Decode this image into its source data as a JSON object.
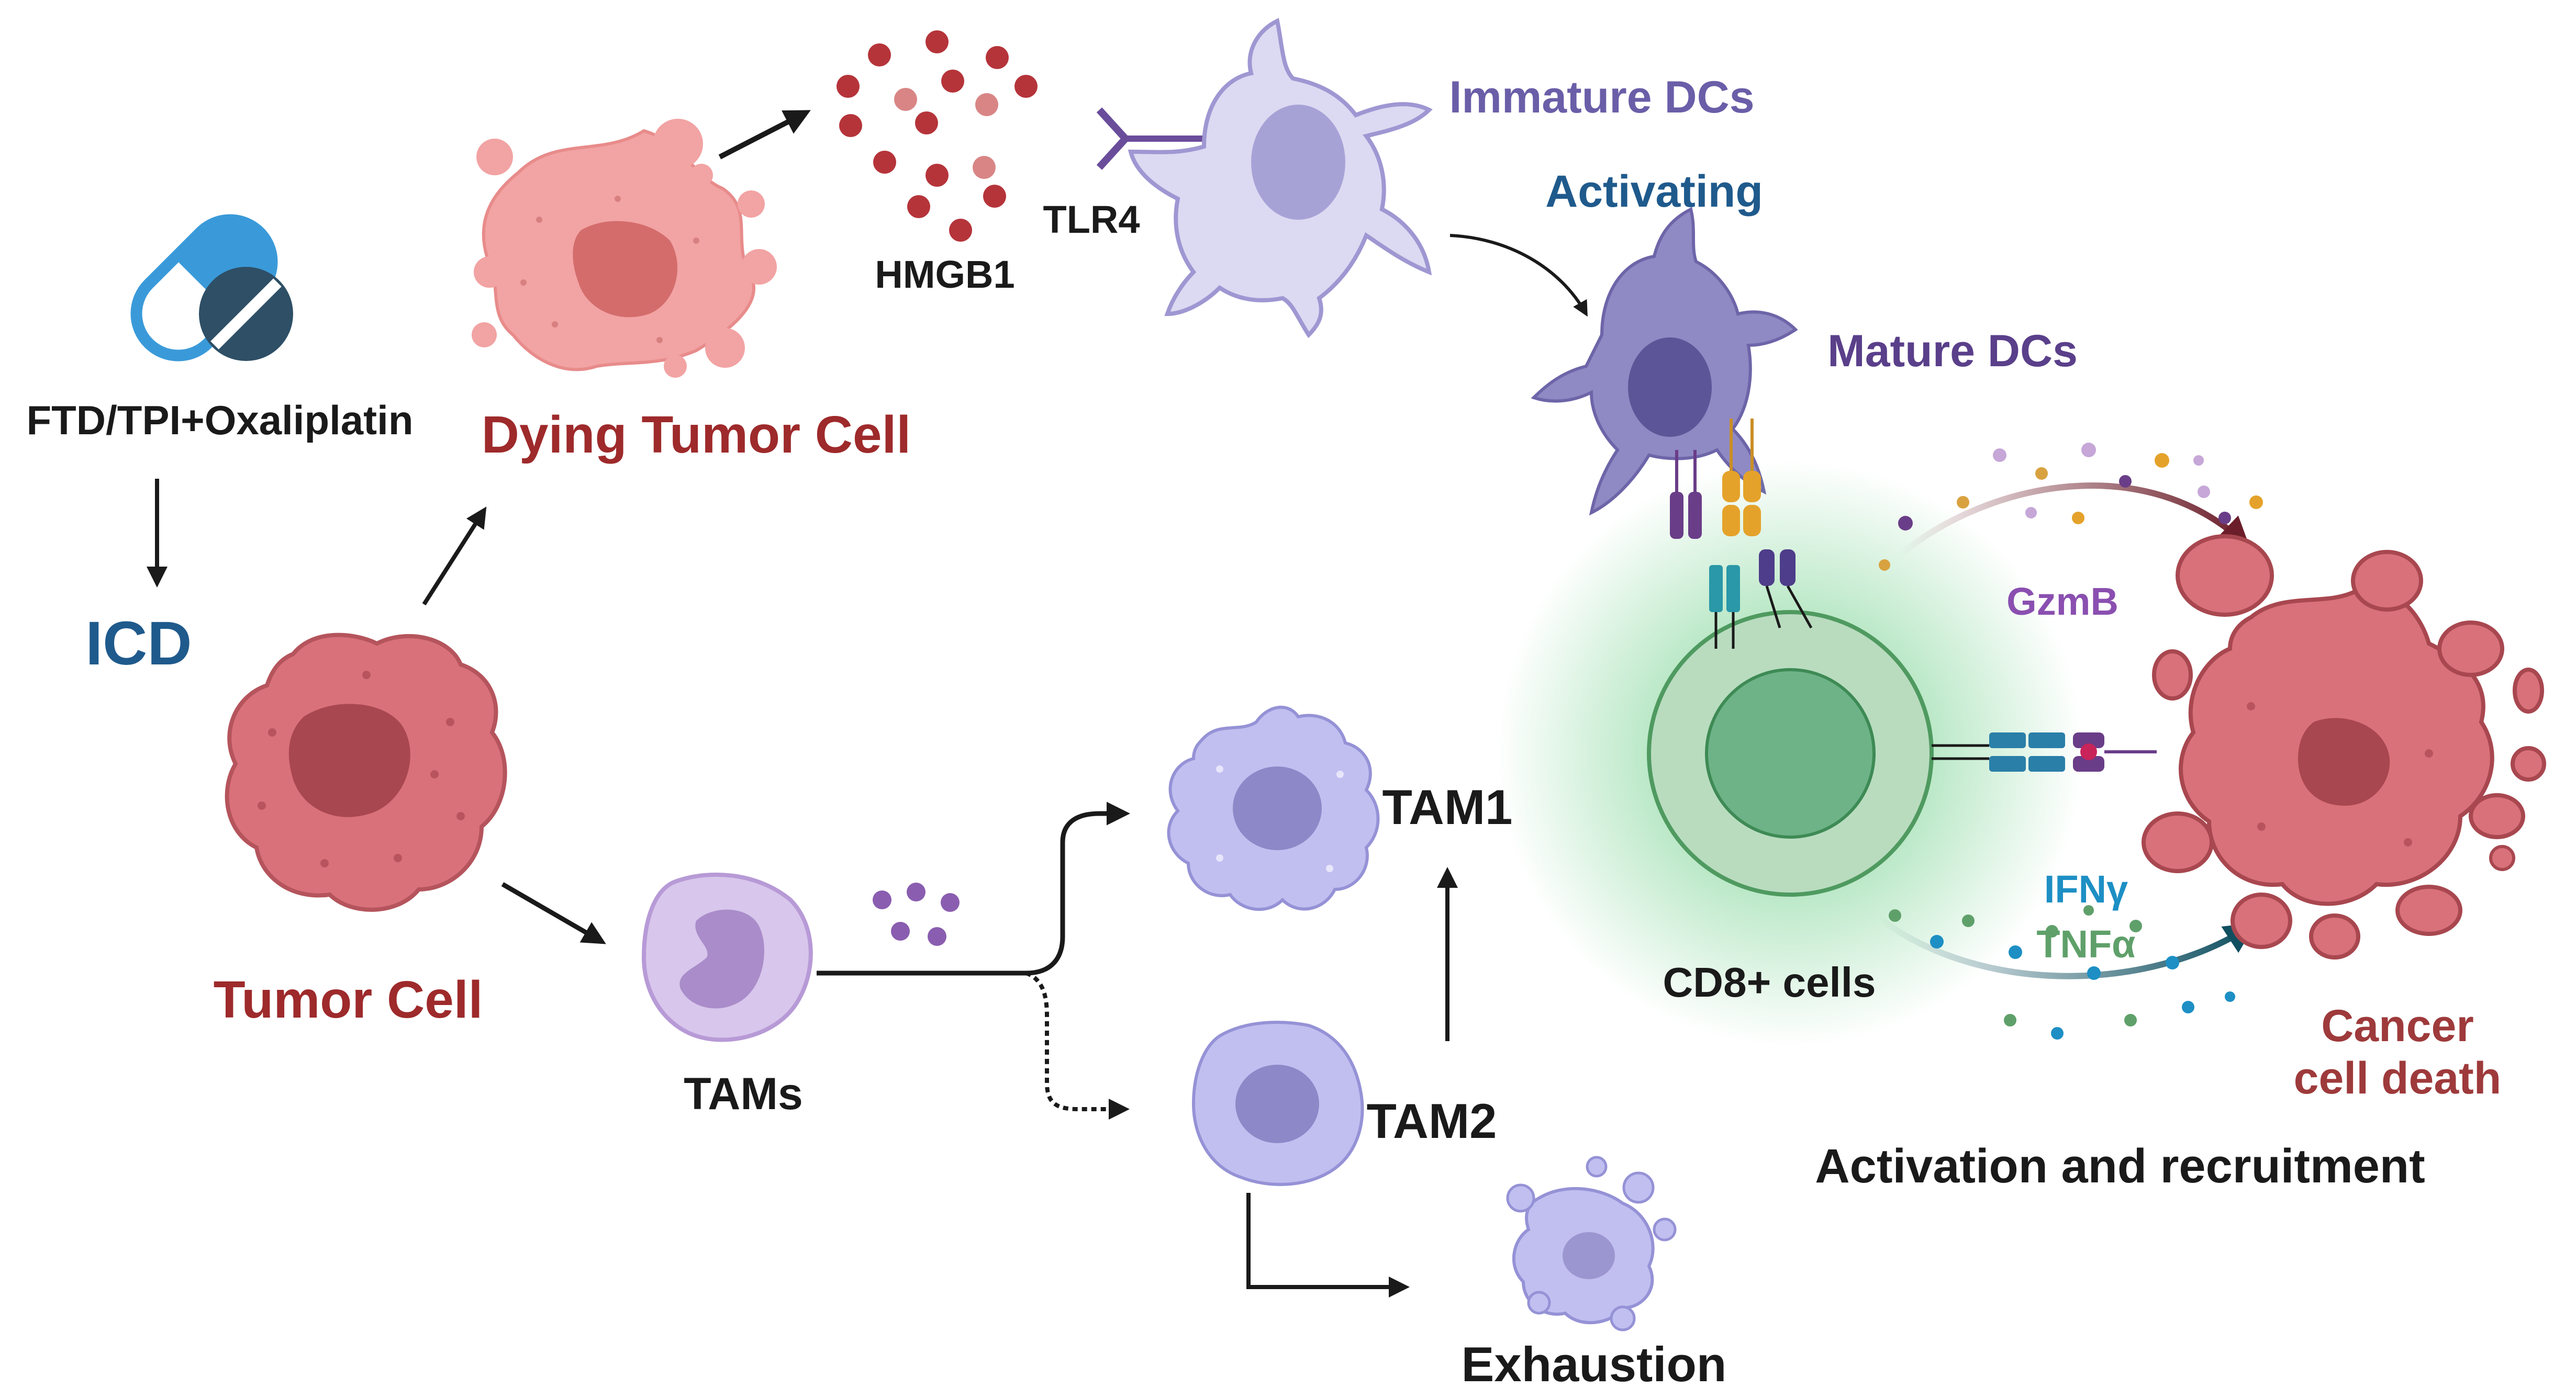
{
  "labels": {
    "drug": "FTD/TPI+Oxaliplatin",
    "icd": "ICD",
    "dying_tumor_cell": "Dying Tumor Cell",
    "hmgb1": "HMGB1",
    "tlr4": "TLR4",
    "immature_dcs": "Immature DCs",
    "activating": "Activating",
    "mature_dcs": "Mature DCs",
    "gzmb": "GzmB",
    "tumor_cell": "Tumor Cell",
    "tams": "TAMs",
    "tam1": "TAM1",
    "tam2": "TAM2",
    "exhaustion": "Exhaustion",
    "cd8_cells": "CD8+ cells",
    "ifng": "IFNγ",
    "tnfa": "TNFα",
    "cancer_cell_death_line1": "Cancer",
    "cancer_cell_death_line2": "cell death",
    "activation_recruitment": "Activation and recruitment"
  },
  "colors": {
    "tumor_red": "#9e2a2b",
    "icd_blue": "#1f5a8c",
    "dc_purple": "#6a5ea8",
    "mature_purple": "#5a3f8a",
    "gzmb_purple": "#8a4fb0",
    "ifng_blue": "#1d8fc4",
    "tnfa_green": "#5fa06a",
    "text_dark": "#1a1a1a"
  }
}
